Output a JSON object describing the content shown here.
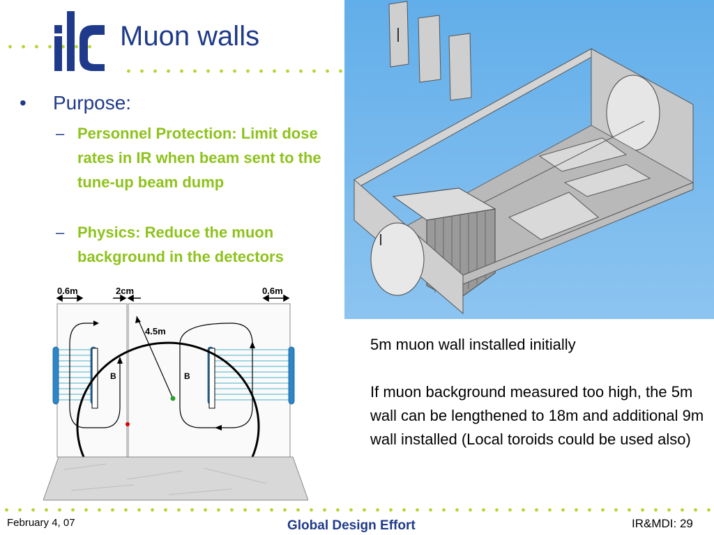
{
  "slide": {
    "title": "Muon walls",
    "logo_text": "ilc",
    "bullet": "Purpose:",
    "bullet_marker": "•",
    "subbullets": [
      {
        "dash": "–",
        "text": "Personnel Protection: Limit dose rates in IR when beam sent to the tune-up beam dump"
      },
      {
        "dash": "–",
        "text": "Physics: Reduce the muon background in the detectors"
      }
    ],
    "note_paragraphs": [
      "5m muon wall installed initially",
      "If muon background measured too high, the 5m wall can be lengthened to 18m and additional 9m wall installed (Local toroids could be used also)"
    ]
  },
  "diagram": {
    "label_left": "0.6m",
    "label_mid": "2cm",
    "label_right": "0.6m",
    "label_radius": "4.5m",
    "label_b_left": "B",
    "label_b_right": "B"
  },
  "footer": {
    "date": "February 4, 07",
    "center": "Global Design Effort",
    "page": "IR&MDI: 29"
  },
  "colors": {
    "title_blue": "#1f3a8a",
    "accent_green": "#8ec21c",
    "dot_green": "#b7d432",
    "sky_blue": "#6fb0e8",
    "coil_blue": "#2c86c8"
  },
  "icons": {
    "logo": "ilc-logo"
  }
}
